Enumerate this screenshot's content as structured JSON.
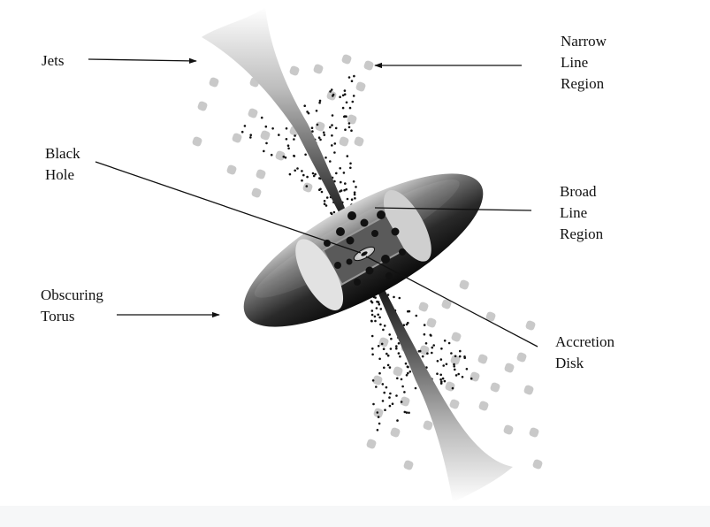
{
  "labels": {
    "jets": [
      "Jets"
    ],
    "narrow_line_region": [
      "Narrow",
      "Line",
      "Region"
    ],
    "black_hole": [
      "Black",
      "Hole"
    ],
    "broad_line_region": [
      "Broad",
      "Line",
      "Region"
    ],
    "obscuring_torus": [
      "Obscuring",
      "Torus"
    ],
    "accretion_disk": [
      "Accretion",
      "Disk"
    ]
  },
  "colors": {
    "ink": "#111111",
    "cloud_gray": "#c9c9c9",
    "torus_dark": "#1a1a1a",
    "torus_light": "#d8d8d8",
    "background": "#ffffff"
  }
}
